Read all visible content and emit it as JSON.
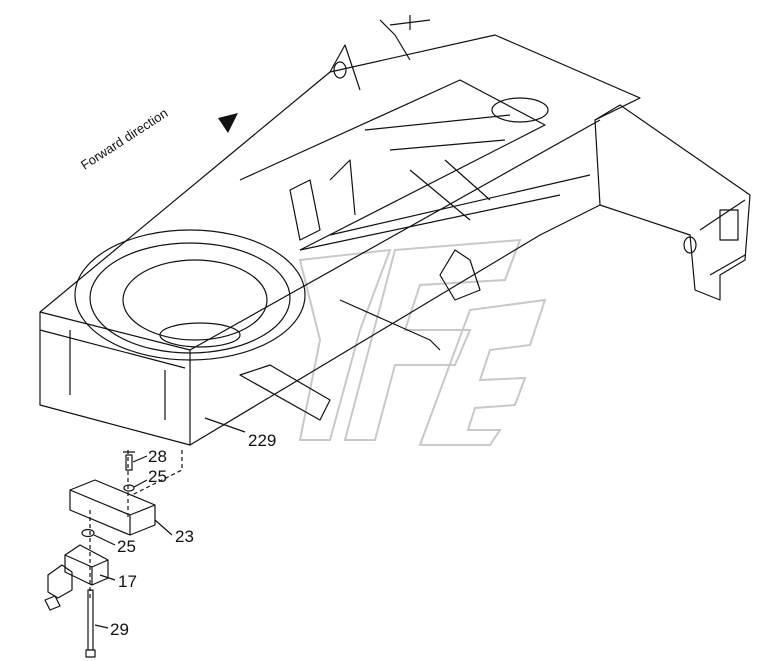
{
  "diagram": {
    "direction_label": "Forward direction",
    "callouts": [
      {
        "id": "229",
        "text": "229"
      },
      {
        "id": "28",
        "text": "28"
      },
      {
        "id": "25a",
        "text": "25"
      },
      {
        "id": "23",
        "text": "23"
      },
      {
        "id": "25b",
        "text": "25"
      },
      {
        "id": "17",
        "text": "17"
      },
      {
        "id": "29",
        "text": "29"
      }
    ],
    "colors": {
      "line": "#111111",
      "watermark": "#c8c8c8"
    }
  }
}
